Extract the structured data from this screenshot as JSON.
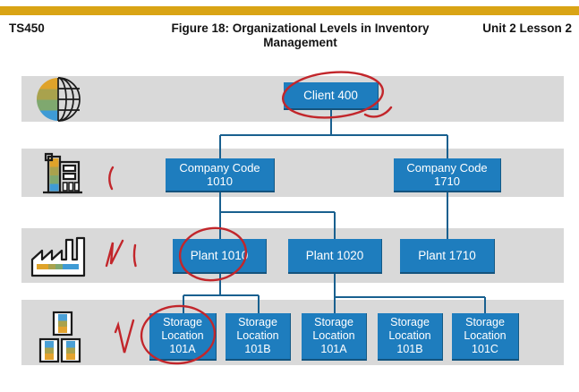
{
  "header": {
    "course_code": "TS450",
    "title_line1": "Figure 18: Organizational Levels in Inventory",
    "title_line2": "Management",
    "lesson": "Unit 2 Lesson 2"
  },
  "colors": {
    "node_blue": "#1e7dbe",
    "header_bar_gold": "#d9a415",
    "connector_blue": "#19608f",
    "annotation_red": "#c2262b",
    "row_band_gray": "#d9d9d9"
  },
  "diagram": {
    "levels": [
      {
        "level": "client",
        "icon": "globe-icon"
      },
      {
        "level": "company-code",
        "icon": "building-icon"
      },
      {
        "level": "plant",
        "icon": "factory-icon"
      },
      {
        "level": "storage-location",
        "icon": "storage-bins-icon"
      }
    ],
    "client": {
      "label": "Client 400"
    },
    "company_codes": [
      {
        "label": "Company Code 1010"
      },
      {
        "label": "Company Code 1710"
      }
    ],
    "plants": [
      {
        "label": "Plant 1010"
      },
      {
        "label": "Plant 1020"
      },
      {
        "label": "Plant 1710"
      }
    ],
    "storage_locations": [
      {
        "label": "Storage Location 101A"
      },
      {
        "label": "Storage Location 101B"
      },
      {
        "label": "Storage Location 101A"
      },
      {
        "label": "Storage Location 101B"
      },
      {
        "label": "Storage Location 101C"
      }
    ]
  },
  "annotations": {
    "color": "#c2262b",
    "marks": [
      {
        "shape": "hand-drawn-circle",
        "around": "Client 400"
      },
      {
        "shape": "pen-stroke",
        "glyph": "(",
        "near": "building-icon"
      },
      {
        "shape": "pen-stroke",
        "glyph": "N |",
        "near": "factory-icon"
      },
      {
        "shape": "hand-drawn-circle",
        "around": "Plant 1010"
      },
      {
        "shape": "pen-stroke",
        "glyph": "N",
        "near": "storage-bins-icon"
      },
      {
        "shape": "hand-drawn-circle",
        "around": "Storage Location 101A"
      }
    ]
  }
}
